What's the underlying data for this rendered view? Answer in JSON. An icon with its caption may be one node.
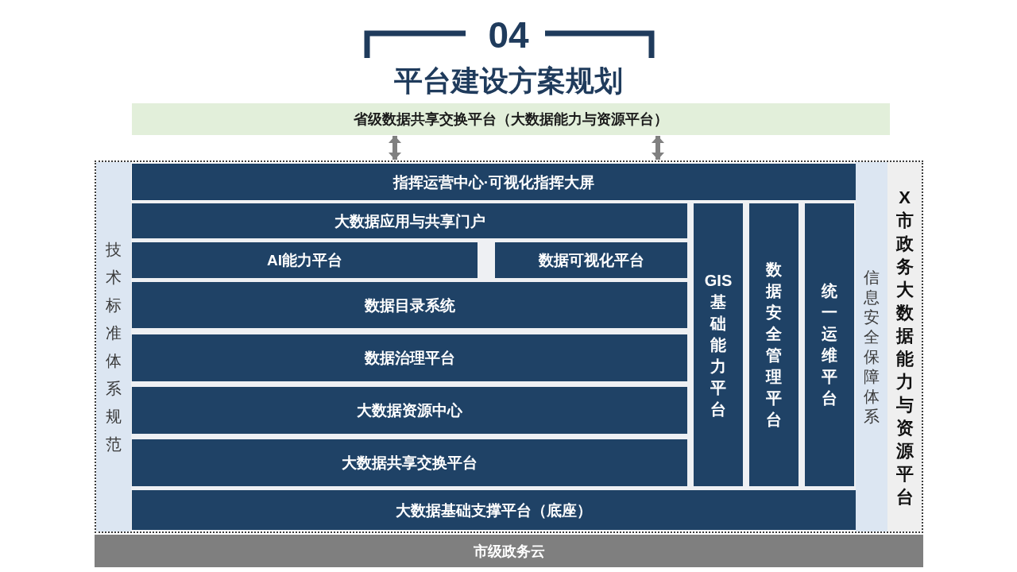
{
  "diagram": {
    "title": "平台建设方案规划",
    "nodes": [
      {
        "text": [
          "省级数据共享交换平台（大数据能力与资源平台）"
        ]
      },
      {
        "text": [
          "X市政务大数据能力与资源平台"
        ]
      },
      {
        "text": [
          "技术标准体系规范"
        ],
        "in": 1
      },
      {
        "text": [
          "指挥运营中心·可视化指挥大屏"
        ],
        "in": 1
      },
      {
        "text": [
          "大数据应用与共享门户"
        ],
        "in": 1
      },
      {
        "text": [
          "AI能力平台"
        ],
        "in": 1
      },
      {
        "text": [
          "数据可视化平台"
        ],
        "in": 1
      },
      {
        "text": [
          "数据目录系统"
        ],
        "in": 1
      },
      {
        "text": [
          "数据治理平台"
        ],
        "in": 1
      },
      {
        "text": [
          "大数据资源中心"
        ],
        "in": 1
      },
      {
        "text": [
          "大数据共享交换平台"
        ],
        "in": 1
      },
      {
        "text": [
          "GIS基础能力平台"
        ],
        "in": 1
      },
      {
        "text": [
          "数据安全管理平台"
        ],
        "in": 1
      },
      {
        "text": [
          "统一运维平台"
        ],
        "in": 1
      },
      {
        "text": [
          "信息安全保障体系"
        ],
        "in": 1
      },
      {
        "text": [
          "大数据基础支撑平台（底座）"
        ],
        "in": 1
      },
      {
        "text": [
          "市级政务云"
        ]
      }
    ],
    "edges": [
      {
        "from": 0,
        "to": 1,
        "arrow": "both"
      },
      {
        "from": 0,
        "to": 1,
        "arrow": "both"
      }
    ],
    "labels": [
      "04"
    ]
  }
}
